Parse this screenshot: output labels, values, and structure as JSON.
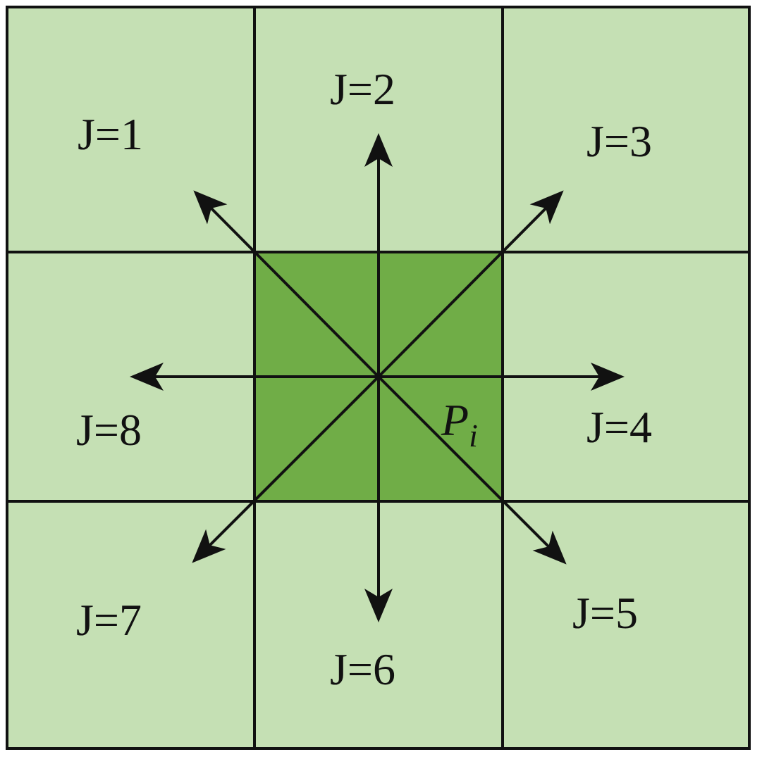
{
  "colors": {
    "neighbor_fill": "#c5e0b4",
    "center_fill": "#70ad47",
    "stroke": "#111111",
    "background": "#ffffff"
  },
  "labels": {
    "j1": "J=1",
    "j2": "J=2",
    "j3": "J=3",
    "j4": "J=4",
    "j5": "J=5",
    "j6": "J=6",
    "j7": "J=7",
    "j8": "J=8"
  },
  "center": {
    "symbol": "P",
    "subscript": "i"
  }
}
